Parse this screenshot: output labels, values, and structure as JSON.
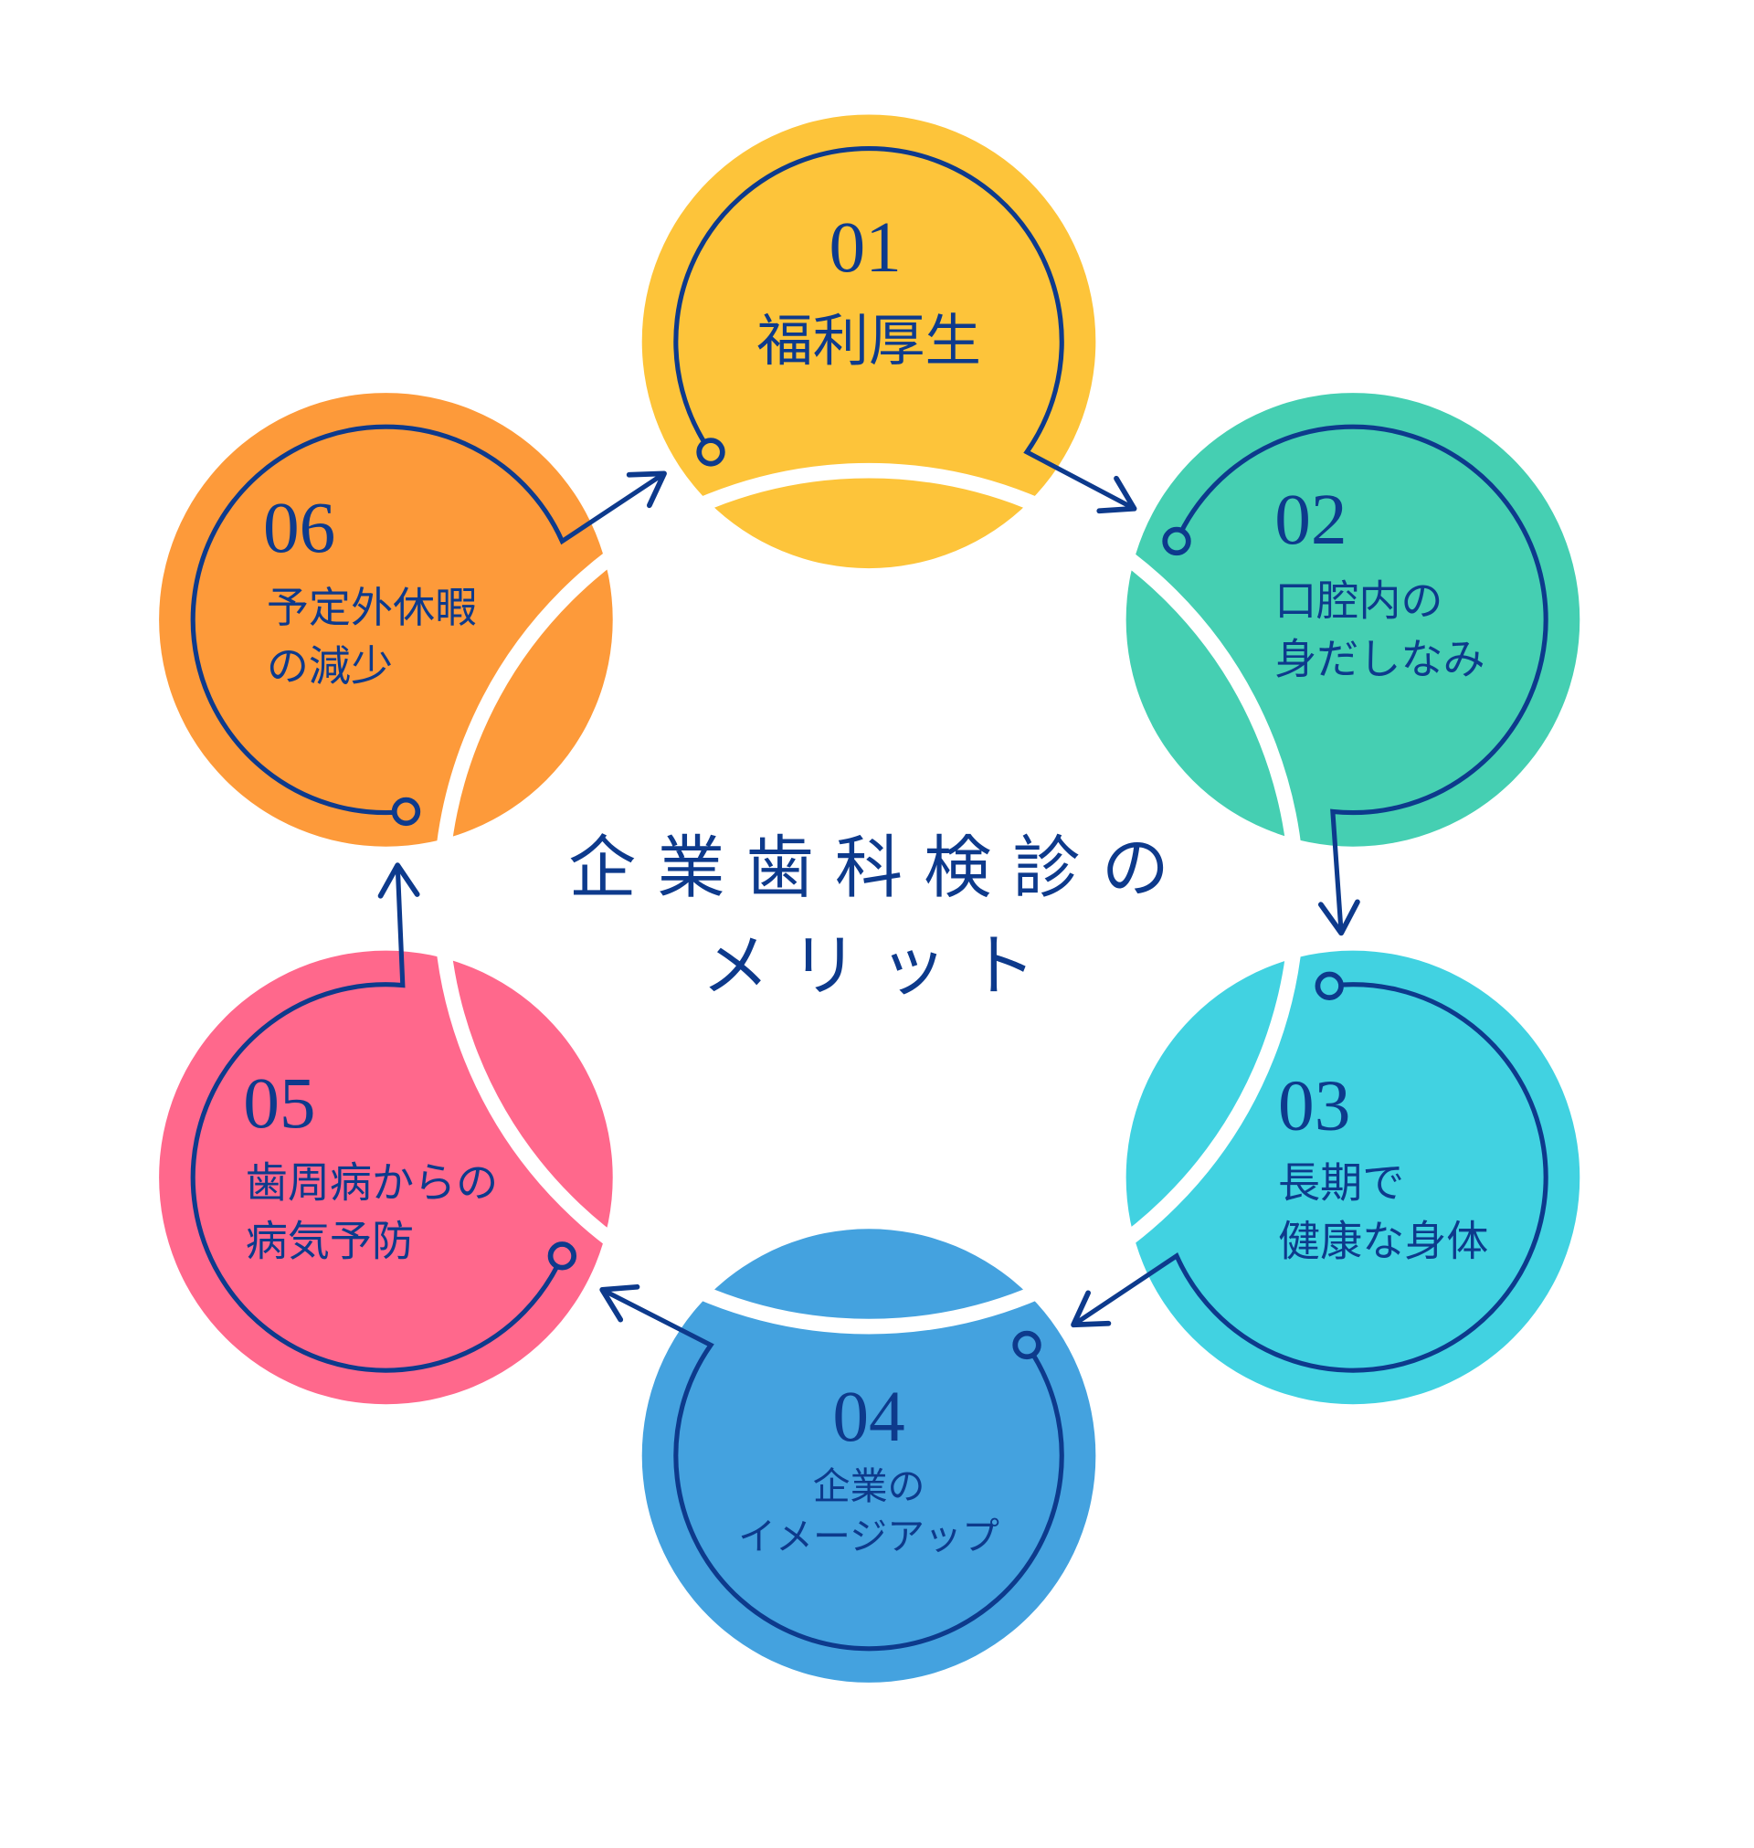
{
  "title": {
    "line1": "企業歯科検診の",
    "line2": "メリット"
  },
  "colors": {
    "navy": "#0D3A8C"
  },
  "items": [
    {
      "number": "01",
      "lines": [
        "福利厚生"
      ],
      "color": "#FDC43A"
    },
    {
      "number": "02",
      "lines": [
        "口腔内の",
        "身だしなみ"
      ],
      "color": "#45CFB2"
    },
    {
      "number": "03",
      "lines": [
        "長期で",
        "健康な身体"
      ],
      "color": "#41D2E1"
    },
    {
      "number": "04",
      "lines": [
        "企業の",
        "イメージアップ"
      ],
      "color": "#44A2DF"
    },
    {
      "number": "05",
      "lines": [
        "歯周病からの",
        "病気予防"
      ],
      "color": "#FF688C"
    },
    {
      "number": "06",
      "lines": [
        "予定外休暇",
        "の減少"
      ],
      "color": "#FD9A3A"
    }
  ]
}
